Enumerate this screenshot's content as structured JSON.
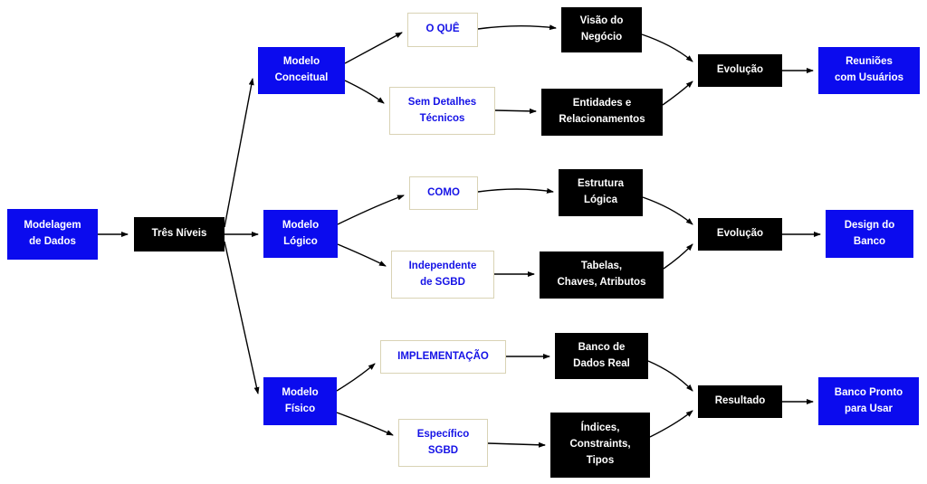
{
  "colors": {
    "node_blue": "#0b0bee",
    "node_black": "#000000",
    "white_node_border": "#d9d3b5",
    "white_node_text": "#1512e6",
    "edge_color": "#000000"
  },
  "nodes": {
    "modelagem": {
      "label": "Modelagem\nde Dados"
    },
    "tres_niveis": {
      "label": "Três Níveis"
    },
    "conceitual": {
      "label": "Modelo\nConceitual"
    },
    "o_que": {
      "label": "O QUÊ"
    },
    "visao": {
      "label": "Visão do\nNegócio"
    },
    "sem_detalhes": {
      "label": "Sem Detalhes\nTécnicos"
    },
    "entidades": {
      "label": "Entidades e\nRelacionamentos"
    },
    "evolucao1": {
      "label": "Evolução"
    },
    "reunioes": {
      "label": "Reuniões\ncom Usuários"
    },
    "logico": {
      "label": "Modelo\nLógico"
    },
    "como": {
      "label": "COMO"
    },
    "estrutura": {
      "label": "Estrutura\nLógica"
    },
    "independente": {
      "label": "Independente\nde SGBD"
    },
    "tabelas": {
      "label": "Tabelas,\nChaves, Atributos"
    },
    "evolucao2": {
      "label": "Evolução"
    },
    "design": {
      "label": "Design do\nBanco"
    },
    "fisico": {
      "label": "Modelo\nFísico"
    },
    "implementacao": {
      "label": "IMPLEMENTAÇÃO"
    },
    "banco_real": {
      "label": "Banco de\nDados Real"
    },
    "especifico": {
      "label": "Específico\nSGBD"
    },
    "indices": {
      "label": "Índices,\nConstraints,\nTipos"
    },
    "resultado": {
      "label": "Resultado"
    },
    "banco_pronto": {
      "label": "Banco Pronto\npara Usar"
    }
  },
  "edges": [
    {
      "from": "modelagem",
      "to": "tres_niveis"
    },
    {
      "from": "tres_niveis",
      "to": "conceitual"
    },
    {
      "from": "tres_niveis",
      "to": "logico"
    },
    {
      "from": "tres_niveis",
      "to": "fisico"
    },
    {
      "from": "conceitual",
      "to": "o_que"
    },
    {
      "from": "conceitual",
      "to": "sem_detalhes"
    },
    {
      "from": "o_que",
      "to": "visao"
    },
    {
      "from": "sem_detalhes",
      "to": "entidades"
    },
    {
      "from": "visao",
      "to": "evolucao1"
    },
    {
      "from": "entidades",
      "to": "evolucao1"
    },
    {
      "from": "evolucao1",
      "to": "reunioes"
    },
    {
      "from": "logico",
      "to": "como"
    },
    {
      "from": "logico",
      "to": "independente"
    },
    {
      "from": "como",
      "to": "estrutura"
    },
    {
      "from": "independente",
      "to": "tabelas"
    },
    {
      "from": "estrutura",
      "to": "evolucao2"
    },
    {
      "from": "tabelas",
      "to": "evolucao2"
    },
    {
      "from": "evolucao2",
      "to": "design"
    },
    {
      "from": "fisico",
      "to": "implementacao"
    },
    {
      "from": "fisico",
      "to": "especifico"
    },
    {
      "from": "implementacao",
      "to": "banco_real"
    },
    {
      "from": "especifico",
      "to": "indices"
    },
    {
      "from": "banco_real",
      "to": "resultado"
    },
    {
      "from": "indices",
      "to": "resultado"
    },
    {
      "from": "resultado",
      "to": "banco_pronto"
    }
  ]
}
